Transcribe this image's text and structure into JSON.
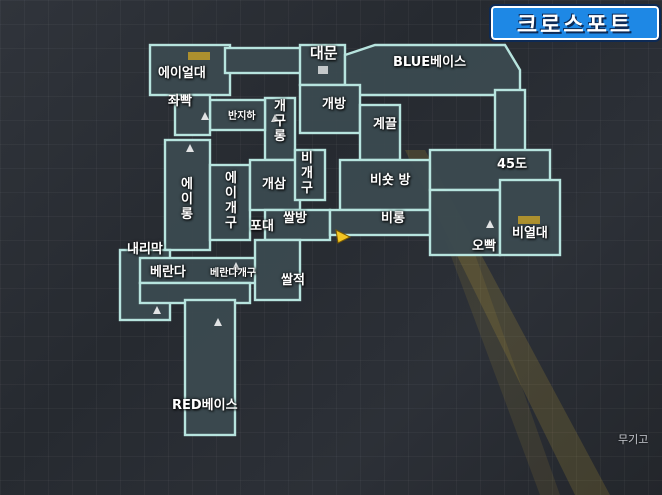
{
  "logo": {
    "text": "크로스포트",
    "color": "#1e88e5"
  },
  "colors": {
    "wall": "#bfeee8",
    "floor": "#3b4a50",
    "player": "#f3c623",
    "route": "#e0b93a"
  },
  "player": {
    "icon": "arrow-marker-icon"
  },
  "labels": {
    "daemun": "대문",
    "blue_base": "BLUE베이스",
    "eyeolldae": "에이얼대",
    "jwaappa": "좌빡",
    "banjiha": "반지하",
    "gaegu_long": "개구롱",
    "gaebang": "개방",
    "gyegul": "계끌",
    "bigaegu": "비개구",
    "gaesam": "개삼",
    "bisup_bang": "비숏 방",
    "daedo45": "45도",
    "ei_long": "에이롱",
    "ei_gaegu": "에이개구",
    "podae": "포대",
    "ssalbang": "쌀방",
    "bilong": "비롱",
    "oppa": "오빡",
    "biyeoldae": "비열대",
    "naerimak": "내리막",
    "veranda": "베란다",
    "veranda_gaegu": "베란다개구",
    "ssaljeok": "쌀적",
    "red_base": "RED베이스",
    "mugi": "무기고"
  }
}
